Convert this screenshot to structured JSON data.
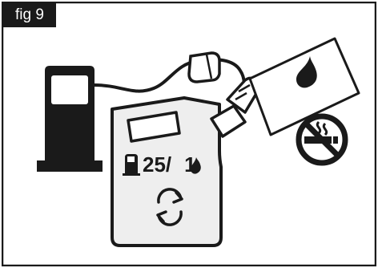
{
  "figure": {
    "label": "fig 9",
    "ratio": {
      "fuel": "25",
      "separator": "/",
      "oil": "1"
    }
  },
  "icons": [
    "fuel-pump-icon",
    "fuel-can-icon",
    "fuel-nozzle-icon",
    "oil-drop-icon",
    "gas-pump-small-icon",
    "mix-cycle-icon",
    "no-smoking-icon"
  ],
  "colors": {
    "ink": "#1a1a1a",
    "paper": "#ffffff",
    "panel": "#eeeeee"
  }
}
